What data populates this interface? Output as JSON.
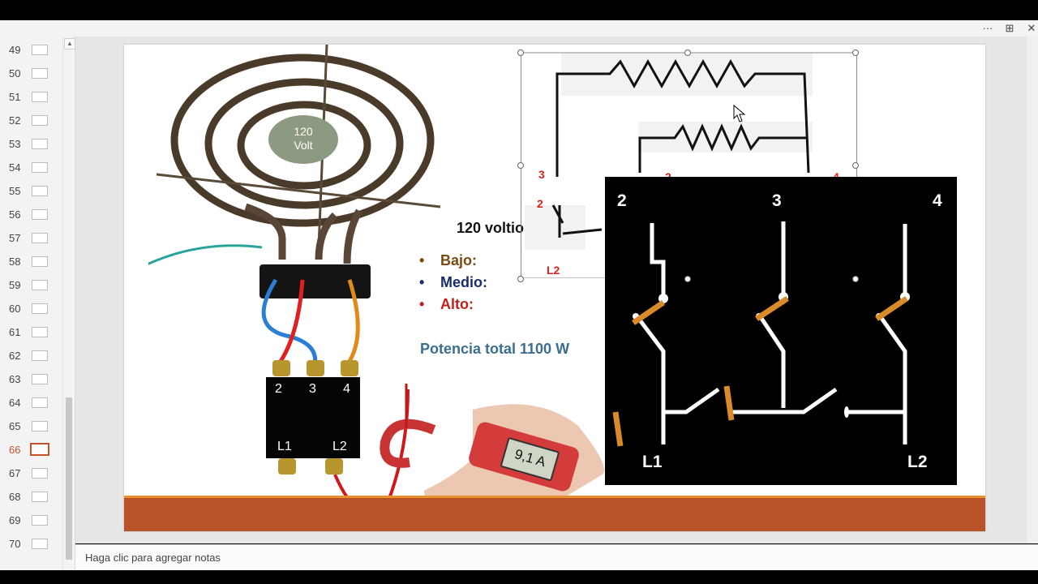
{
  "window": {
    "more_glyph": "···",
    "restore_glyph": "⊞",
    "close_glyph": "✕"
  },
  "thumbnails": {
    "numbers": [
      "49",
      "50",
      "51",
      "52",
      "53",
      "54",
      "55",
      "56",
      "57",
      "58",
      "59",
      "60",
      "61",
      "62",
      "63",
      "64",
      "65",
      "66",
      "67",
      "68",
      "69",
      "70"
    ],
    "active": "66",
    "active_color": "#c4522a",
    "scroll_up_glyph": "▲"
  },
  "notes": {
    "placeholder": "Haga clic para agregar notas"
  },
  "slide": {
    "oval_line1": "120",
    "oval_line2": "Volt",
    "voltage_label": "120 voltios",
    "bullets": [
      {
        "text": "Bajo:",
        "color": "#7a4a10",
        "bullet_color": "#7a4a10"
      },
      {
        "text": "Medio:",
        "color": "#1a2c6b",
        "bullet_color": "#1a2c6b"
      },
      {
        "text": "Alto:",
        "color": "#c0201a",
        "bullet_color": "#c0201a"
      }
    ],
    "power_label": "Potencia total 1100 W",
    "power_color": "#3c6e8f",
    "contactor": {
      "terminals_top": [
        "2",
        "3",
        "4"
      ],
      "terminals_bottom": [
        "L1",
        "L2"
      ]
    },
    "meter_reading": "9,1 A",
    "schematic": {
      "labels_red": [
        "3",
        "2",
        "4",
        "2",
        "L2"
      ]
    },
    "panel": {
      "top_numbers": [
        "2",
        "3",
        "4"
      ],
      "bottom_labels": [
        "L1",
        "L2"
      ]
    },
    "band_color": "#b95226",
    "accent_color": "#e8912e"
  }
}
